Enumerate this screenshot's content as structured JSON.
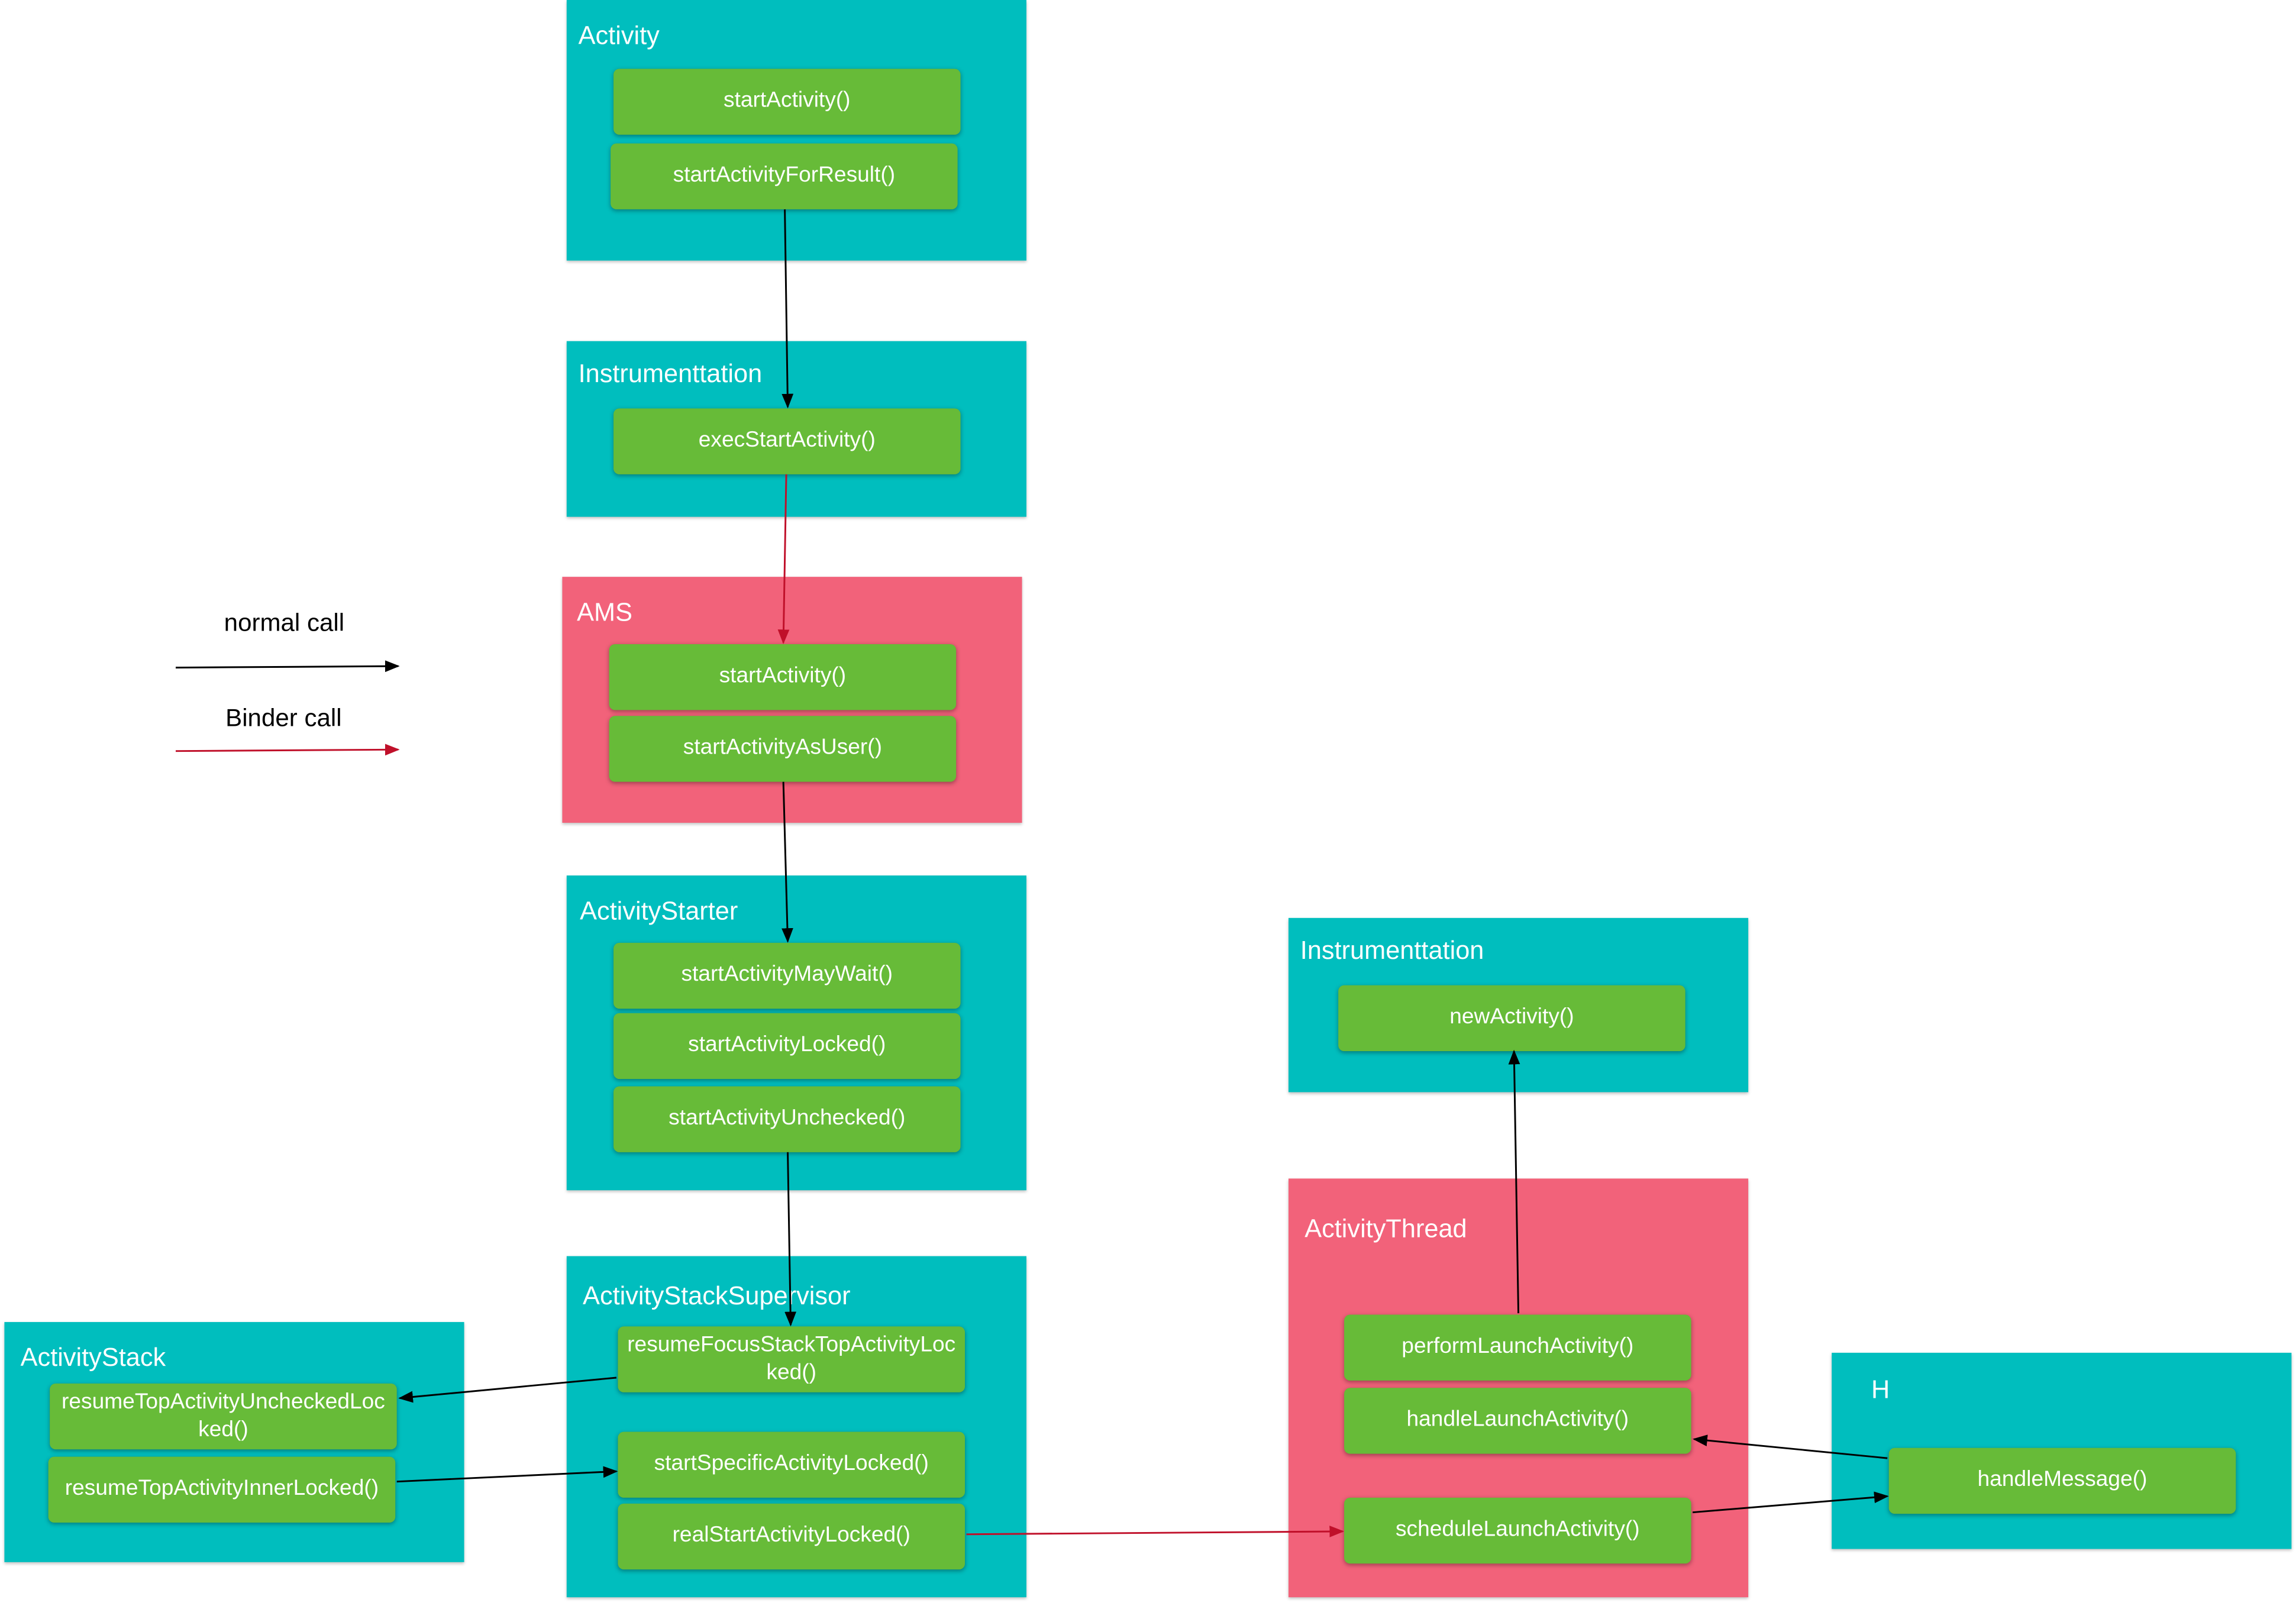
{
  "colors": {
    "teal": "#00bebe",
    "pink": "#f2627a",
    "method_green": "#67bb38",
    "normal_arrow": "#000000",
    "binder_arrow": "#c0102a"
  },
  "legend": {
    "normal_call": "normal call",
    "binder_call": "Binder call"
  },
  "groups": {
    "activity": {
      "title": "Activity",
      "methods": [
        "startActivity()",
        "startActivityForResult()"
      ]
    },
    "instrumentation_top": {
      "title": "Instrumenttation",
      "methods": [
        "execStartActivity()"
      ]
    },
    "ams": {
      "title": "AMS",
      "methods": [
        "startActivity()",
        "startActivityAsUser()"
      ]
    },
    "activity_starter": {
      "title": "ActivityStarter",
      "methods": [
        "startActivityMayWait()",
        "startActivityLocked()",
        "startActivityUnchecked()"
      ]
    },
    "activity_stack_supervisor": {
      "title": "ActivityStackSupervisor",
      "methods": [
        "resumeFocusStackTopActivityLocked()",
        "startSpecificActivityLocked()",
        "realStartActivityLocked()"
      ]
    },
    "activity_stack": {
      "title": "ActivityStack",
      "methods": [
        "resumeTopActivityUncheckedLocked()",
        "resumeTopActivityInnerLocked()"
      ]
    },
    "instrumentation_right": {
      "title": "Instrumenttation",
      "methods": [
        "newActivity()"
      ]
    },
    "activity_thread": {
      "title": "ActivityThread",
      "methods": [
        "performLaunchActivity()",
        "handleLaunchActivity()",
        "scheduleLaunchActivity()"
      ]
    },
    "h": {
      "title": "H",
      "methods": [
        "handleMessage()"
      ]
    }
  },
  "calls": [
    {
      "from": "Activity.startActivityForResult()",
      "to": "Instrumenttation.execStartActivity()",
      "type": "normal"
    },
    {
      "from": "Instrumenttation.execStartActivity()",
      "to": "AMS.startActivity()",
      "type": "binder"
    },
    {
      "from": "AMS.startActivityAsUser()",
      "to": "ActivityStarter.startActivityMayWait()",
      "type": "normal"
    },
    {
      "from": "ActivityStarter.startActivityUnchecked()",
      "to": "ActivityStackSupervisor.resumeFocusStackTopActivityLocked()",
      "type": "normal"
    },
    {
      "from": "ActivityStackSupervisor.resumeFocusStackTopActivityLocked()",
      "to": "ActivityStack.resumeTopActivityUncheckedLocked()",
      "type": "normal"
    },
    {
      "from": "ActivityStack.resumeTopActivityInnerLocked()",
      "to": "ActivityStackSupervisor.startSpecificActivityLocked()",
      "type": "normal"
    },
    {
      "from": "ActivityStackSupervisor.realStartActivityLocked()",
      "to": "ActivityThread.scheduleLaunchActivity()",
      "type": "binder"
    },
    {
      "from": "ActivityThread.scheduleLaunchActivity()",
      "to": "H.handleMessage()",
      "type": "normal"
    },
    {
      "from": "H.handleMessage()",
      "to": "ActivityThread.handleLaunchActivity()",
      "type": "normal"
    },
    {
      "from": "ActivityThread.performLaunchActivity()",
      "to": "Instrumenttation.newActivity()",
      "type": "normal"
    }
  ]
}
